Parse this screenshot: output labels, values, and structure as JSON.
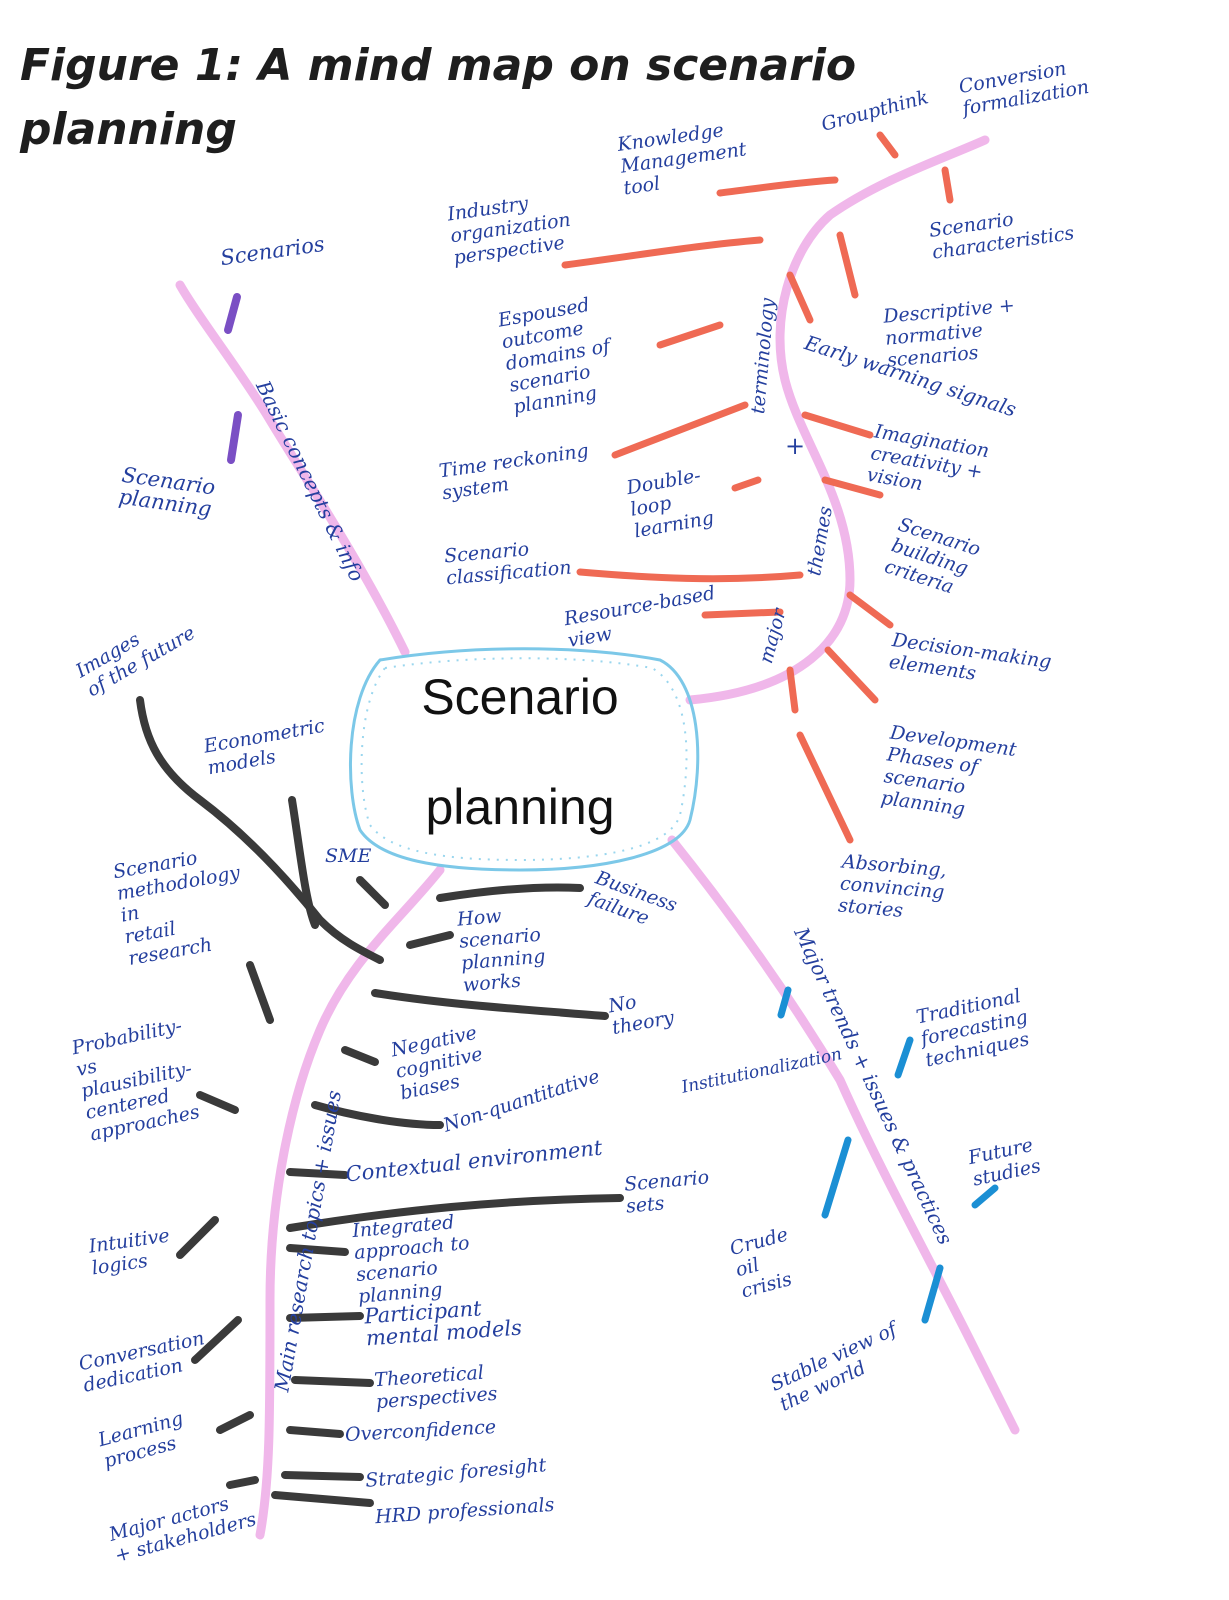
{
  "title": "Figure 1: A mind map on scenario planning",
  "center": {
    "line1": "Scenario",
    "line2": "planning"
  },
  "colors": {
    "pink": "#f0b7ea",
    "purple": "#7a4fc4",
    "red": "#ef6a54",
    "black": "#3a3a3a",
    "blue": "#1b8fd4",
    "ink": "#243f9e",
    "center_border": "#7cc8e8"
  },
  "branches": {
    "basic": {
      "label": "Basic concepts & info",
      "items": [
        "Scenarios",
        "Scenario\nplanning"
      ]
    },
    "themes": {
      "label_major": "major",
      "label_themes": "themes",
      "label_plus": "+",
      "label_terminology": "terminology",
      "items": [
        "Knowledge\nManagement\ntool",
        "Groupthink",
        "Conversion\nformalization",
        "Industry\norganization\nperspective",
        "Scenario\ncharacteristics",
        "Espoused\noutcome\ndomains of\nscenario\nplanning",
        "Descriptive +\nnormative\nscenarios",
        "Early warning signals",
        "Time reckoning\nsystem",
        "Imagination\ncreativity +\nvision",
        "Double-\nloop\nlearning",
        "Scenario\nclassification",
        "Scenario\nbuilding\ncriteria",
        "Resource-based\nview",
        "Decision-making\nelements",
        "Development\nPhases of\nscenario\nplanning",
        "Absorbing,\nconvincing\nstories"
      ]
    },
    "research": {
      "label": "Main research topics + issues",
      "items": [
        "Images\nof the future",
        "Econometric\nmodels",
        "SME",
        "Scenario\nmethodology\nin\nretail\nresearch",
        "Business\nfailure",
        "How\nscenario\nplanning\nworks",
        "No\ntheory",
        "Probability-\nvs\nplausibility-\ncentered\napproaches",
        "Negative\ncognitive\nbiases",
        "Non-quantitative",
        "Contextual environment",
        "Scenario\nsets",
        "Intuitive\nlogics",
        "Integrated\napproach to\nscenario\nplanning",
        "Participant\nmental models",
        "Conversation\ndedication",
        "Theoretical\nperspectives",
        "Learning\nprocess",
        "Overconfidence",
        "Strategic foresight",
        "Major actors\n+ stakeholders",
        "HRD professionals"
      ]
    },
    "trends": {
      "label": "Major trends + issues & practices",
      "items": [
        "Institutionalization",
        "Traditional\nforecasting\ntechniques",
        "Future\nstudies",
        "Crude\noil\ncrisis",
        "Stable view of\nthe world"
      ]
    }
  }
}
